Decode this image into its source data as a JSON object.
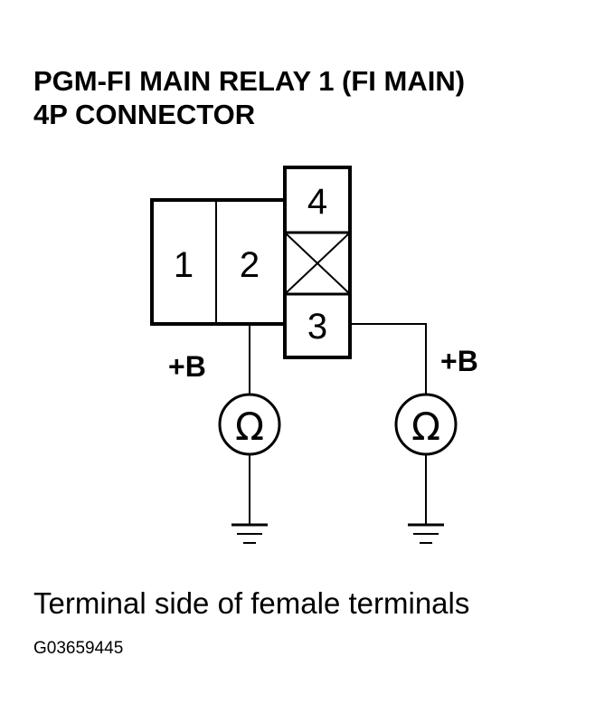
{
  "title": {
    "line1": "PGM-FI MAIN RELAY 1 (FI MAIN)",
    "line2": "4P CONNECTOR"
  },
  "connector": {
    "terminals": [
      "1",
      "2",
      "4",
      "3"
    ]
  },
  "probes": {
    "left_label": "+B",
    "right_label": "+B",
    "meter_symbol": "Ω"
  },
  "caption": "Terminal side of female terminals",
  "figure_code": "G03659445"
}
